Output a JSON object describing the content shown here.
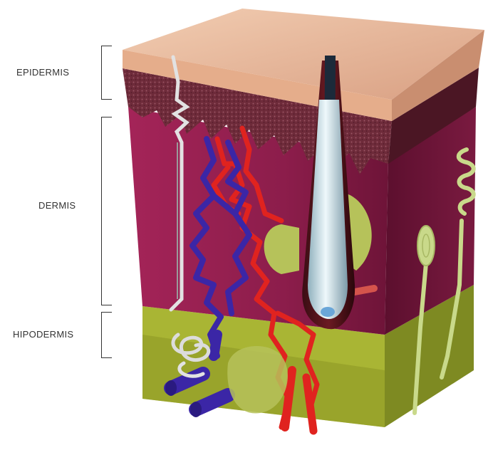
{
  "labels": {
    "epidermis": "EPIDERMIS",
    "dermis": "DERMIS",
    "hypodermis": "HIPODERMIS"
  },
  "colors": {
    "epidermis_surface": "#e9b99a",
    "epidermis_layer": "#6e2b3a",
    "dermis": "#9b1f52",
    "hypodermis": "#a9b534",
    "vein": "#3b26a6",
    "artery": "#e0231f",
    "hair": "#cfe6ee",
    "gland": "#b6c25a",
    "nerve": "#c9d98a",
    "sweat_duct": "#d8d8d8"
  }
}
